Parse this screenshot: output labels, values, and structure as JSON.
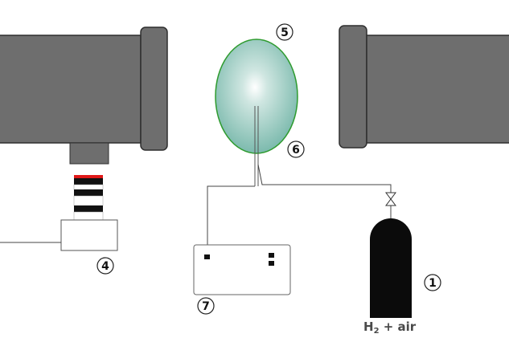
{
  "labels": {
    "cylinder": "1",
    "detector": "4",
    "bubble": "5",
    "nozzle": "6",
    "controller": "7"
  },
  "gas": {
    "symbol": "H",
    "subscript": "2",
    "suffix": " + air"
  },
  "colors": {
    "housing": "#6e6e6e",
    "housing_outline": "#2f2f2f",
    "bubble_edge": "#2e9b2e",
    "bubble_fill": "#9fcdc4",
    "cylinder": "#0b0b0b",
    "gas_text": "#4a4a4a",
    "detector_red": "#e01818"
  }
}
